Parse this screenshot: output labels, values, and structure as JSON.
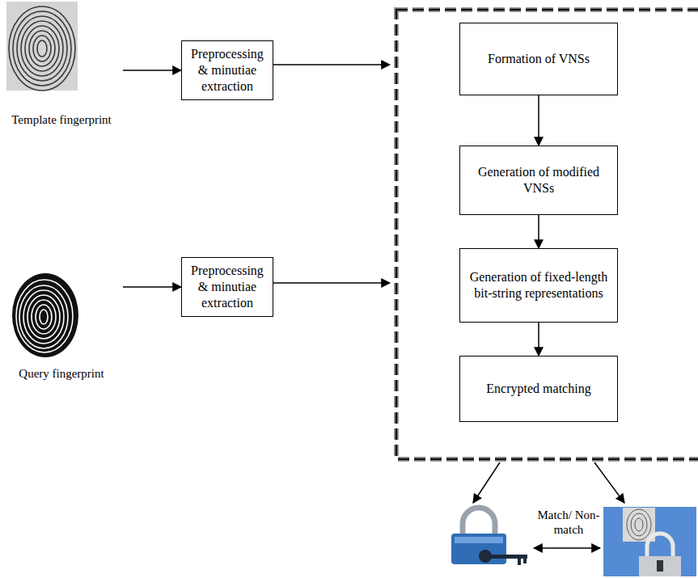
{
  "diagram": {
    "nodes": [
      {
        "text": [
          "Template fingerprint"
        ]
      },
      {
        "text": [
          "Preprocessing & minutiae extraction"
        ]
      },
      {
        "text": [
          "Query fingerprint"
        ]
      },
      {
        "text": [
          "Preprocessing & minutiae extraction"
        ]
      },
      {
        "text": [
          "Formation of VNSs"
        ]
      },
      {
        "text": [
          "Generation of modified VNSs"
        ]
      },
      {
        "text": [
          "Generation of fixed-length bit-string representations"
        ]
      },
      {
        "text": [
          "Encrypted matching"
        ]
      }
    ],
    "edges": [
      {
        "from": 0,
        "to": 1,
        "arrow": "to"
      },
      {
        "from": 2,
        "to": 3,
        "arrow": "to"
      },
      {
        "from": 4,
        "to": 5,
        "arrow": "to"
      },
      {
        "from": 5,
        "to": 6,
        "arrow": "to"
      },
      {
        "from": 6,
        "to": 7,
        "arrow": "to"
      }
    ],
    "labels": [
      "Match/ Non-match"
    ]
  }
}
